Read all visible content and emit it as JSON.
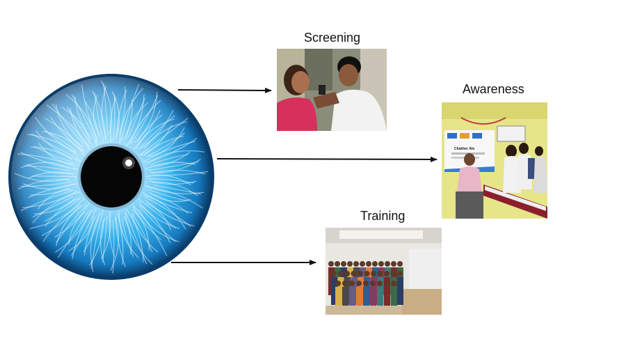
{
  "diagram": {
    "labels": {
      "screening": "Screening",
      "awareness": "Awareness",
      "training": "Training"
    },
    "awareness_banner": {
      "title": "Chakher Alo"
    },
    "icons": {
      "eye": "eye-icon"
    },
    "colors": {
      "iris_light": "#8fd8ff",
      "iris_mid": "#2aa7e6",
      "iris_dark": "#0b4f86",
      "pupil": "#050505",
      "arrow": "#111111",
      "wall_yellow": "#e6e58a"
    }
  }
}
